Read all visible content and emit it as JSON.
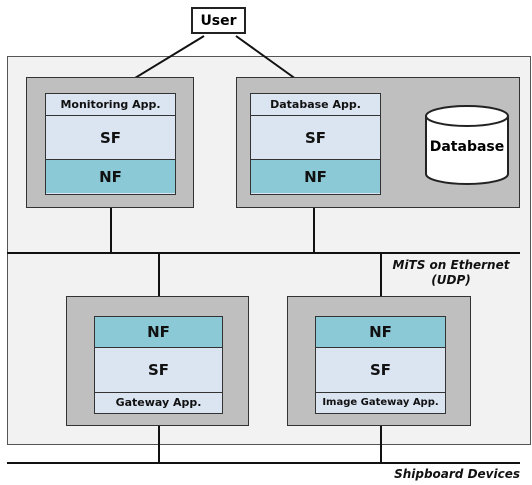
{
  "user": "User",
  "apps": {
    "monitoring": "Monitoring App.",
    "database_app": "Database App.",
    "gateway": "Gateway App.",
    "image_gateway": "Image Gateway App."
  },
  "layers": {
    "sf": "SF",
    "nf": "NF"
  },
  "database": "Database",
  "network": {
    "line1": "MiTS on Ethernet",
    "line2": "(UDP)"
  },
  "shipboard": "Shipboard Devices"
}
